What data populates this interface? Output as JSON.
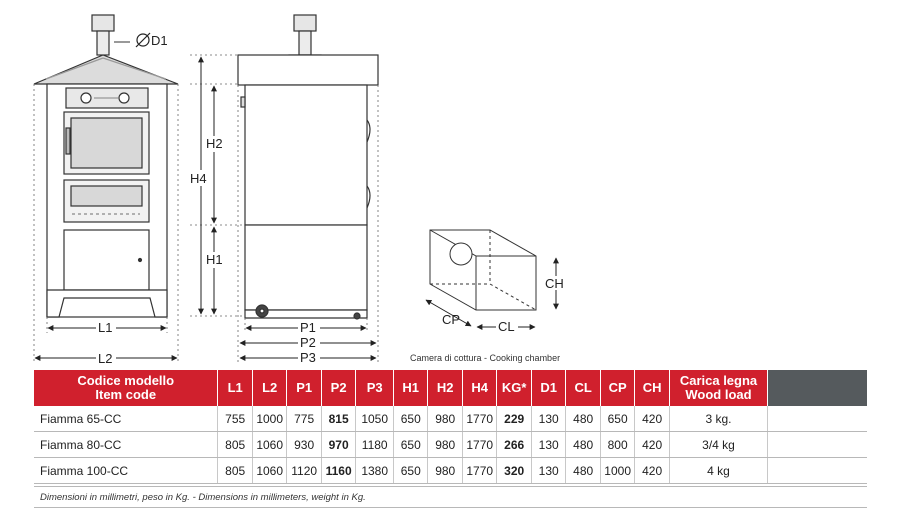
{
  "drawing_labels": {
    "d1": "D1",
    "h2": "H2",
    "h4": "H4",
    "h1": "H1",
    "l1": "L1",
    "l2": "L2",
    "p1": "P1",
    "p2": "P2",
    "p3": "P3",
    "ch": "CH",
    "cp": "CP",
    "cl": "CL"
  },
  "caption": {
    "it": "Camera di cottura",
    "sep": " - ",
    "en": "Cooking chamber"
  },
  "table": {
    "headers": [
      "Codice modello Item  code",
      "L1",
      "L2",
      "P1",
      "P2",
      "P3",
      "H1",
      "H2",
      "H4",
      "KG*",
      "D1",
      "CL",
      "CP",
      "CH",
      "Carica legna Wood load"
    ],
    "rows": [
      [
        "Fiamma 65-CC",
        "755",
        "1000",
        "775",
        "815",
        "1050",
        "650",
        "980",
        "1770",
        "229",
        "130",
        "480",
        "650",
        "420",
        "3 kg."
      ],
      [
        "Fiamma 80-CC",
        "805",
        "1060",
        "930",
        "970",
        "1180",
        "650",
        "980",
        "1770",
        "266",
        "130",
        "480",
        "800",
        "420",
        "3/4 kg"
      ],
      [
        "Fiamma 100-CC",
        "805",
        "1060",
        "1120",
        "1160",
        "1380",
        "650",
        "980",
        "1770",
        "320",
        "130",
        "480",
        "1000",
        "420",
        "4 kg"
      ]
    ]
  },
  "footnote": "Dimensioni in millimetri, peso in Kg.   - Dimensions in millimeters, weight in Kg."
}
